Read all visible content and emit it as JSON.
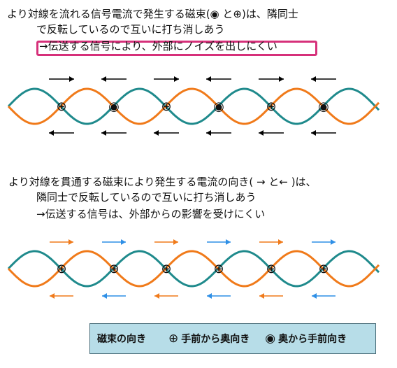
{
  "section1": {
    "line1": "より対線を流れる信号電流で発生する磁束(◉ と⊕)は、隣同士",
    "line2": "で反転しているので互いに打ち消しあう",
    "line3": "→伝送する信号により、外部にノイズを出しにくい"
  },
  "section2": {
    "line1": "より対線を貫通する磁束により発生する電流の向き( → と← )は、",
    "line2": "隣同士で反転しているので互いに打ち消しあう",
    "line3": "→伝送する信号は、外部からの影響を受けにくい"
  },
  "diagram1": {
    "symbols": [
      "⊕",
      "◉",
      "⊕",
      "◉",
      "⊕",
      "◉"
    ],
    "arrows_top": [
      "→",
      "←",
      "→",
      "←",
      "→",
      "←"
    ],
    "arrows_bottom": [
      "←",
      "←",
      "←",
      "←",
      "←",
      "←"
    ],
    "arrow_color": "#000000"
  },
  "diagram2": {
    "symbols": [
      "⊕",
      "⊕",
      "⊕",
      "⊕",
      "⊕",
      "⊕"
    ],
    "arrows_top_orange": [
      "→",
      "→",
      "→",
      "→",
      "→",
      "→"
    ],
    "arrows_top_blue": [
      "→",
      "→",
      "→",
      "→",
      "→",
      "→"
    ],
    "arrows_bottom_orange": [
      "←",
      "←",
      "←",
      "←",
      "←",
      "←"
    ],
    "arrows_bottom_blue": [
      "←",
      "←",
      "←",
      "←",
      "←",
      "←"
    ]
  },
  "colors": {
    "teal": "#1f8a8c",
    "orange": "#f07a1a",
    "blue": "#2e8fe6",
    "highlight": "#d6307a"
  },
  "legend": {
    "title": "磁束の向き",
    "item1_symbol": "⊕",
    "item1_label": "手前から奥向き",
    "item2_symbol": "◉",
    "item2_label": "奥から手前向き"
  }
}
